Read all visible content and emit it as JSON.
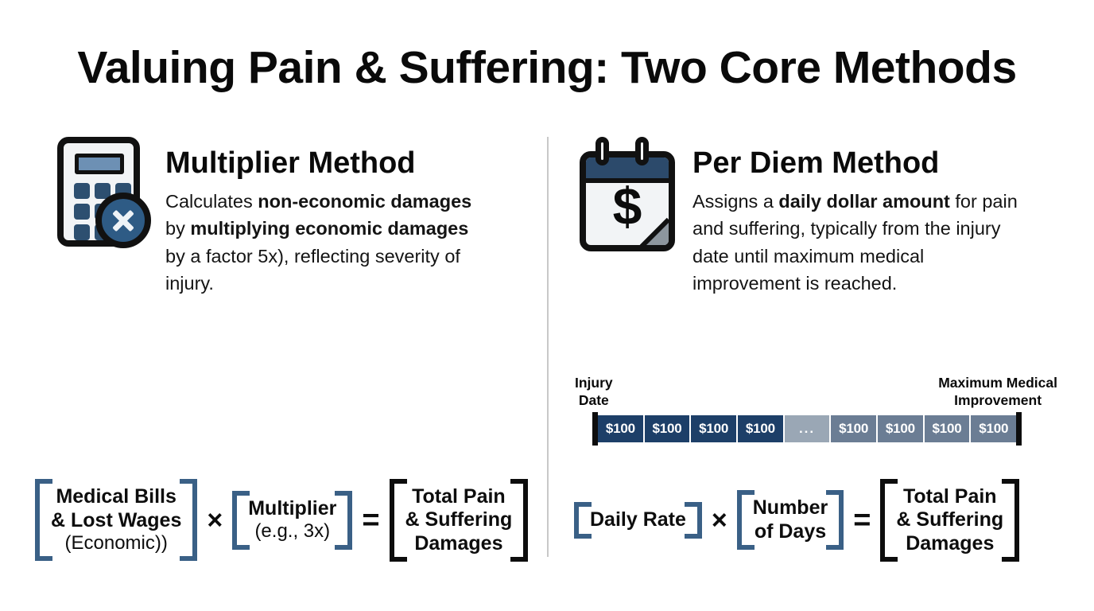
{
  "page": {
    "title": "Valuing Pain & Suffering: Two Core Methods",
    "background": "#ffffff",
    "accent_navy": "#1d3f68",
    "accent_blue": "#3a6086",
    "accent_slate": "#6b7d94",
    "accent_gray": "#9aa7b5"
  },
  "left_panel": {
    "icon_name": "calculator-multiply-icon",
    "method_title": "Multiplier Method",
    "description": {
      "segment_1": "Calculates ",
      "bold_1": "non-economic damages",
      "segment_2": " by ",
      "bold_2": "multiplying economic damages",
      "segment_3": " by a factor 5x), reflecting severity of injury."
    },
    "formula": {
      "term_1_line_1": "Medical Bills",
      "term_1_line_2": "& Lost Wages",
      "term_1_sub": "(Economic))",
      "operator_1": "×",
      "term_2_line_1": "Multiplier",
      "term_2_sub": "(e.g., 3x)",
      "operator_2": "=",
      "term_3_line_1": "Total Pain",
      "term_3_line_2": "& Suffering",
      "term_3_line_3": "Damages"
    }
  },
  "right_panel": {
    "icon_name": "calendar-dollar-icon",
    "icon_glyph": "$",
    "method_title": "Per Diem Method",
    "description": {
      "segment_1": "Assigns a ",
      "bold_1": "daily dollar amount",
      "segment_2": " for pain and suffering, typically from the injury date until maximum medical improvement is reached."
    },
    "timeline": {
      "start_label_line_1": "Injury",
      "start_label_line_2": "Date",
      "end_label_line_1": "Maximum Medical",
      "end_label_line_2": "Improvement",
      "cells": [
        {
          "label": "$100",
          "style": "dark"
        },
        {
          "label": "$100",
          "style": "dark"
        },
        {
          "label": "$100",
          "style": "dark"
        },
        {
          "label": "$100",
          "style": "dark"
        },
        {
          "label": "...",
          "style": "gap"
        },
        {
          "label": "$100",
          "style": "mid"
        },
        {
          "label": "$100",
          "style": "mid"
        },
        {
          "label": "$100",
          "style": "mid"
        },
        {
          "label": "$100",
          "style": "mid"
        }
      ]
    },
    "formula": {
      "term_1_line_1": "Daily Rate",
      "operator_1": "×",
      "term_2_line_1": "Number",
      "term_2_line_2": "of Days",
      "operator_2": "=",
      "term_3_line_1": "Total Pain",
      "term_3_line_2": "& Suffering",
      "term_3_line_3": "Damages"
    }
  }
}
